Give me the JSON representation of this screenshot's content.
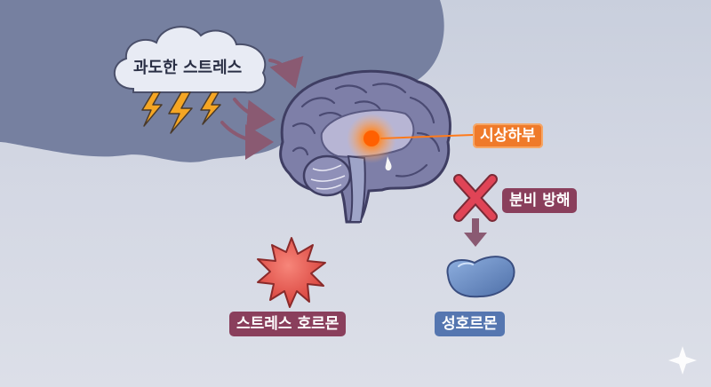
{
  "labels": {
    "stress_cloud": "과도한 스트레스",
    "hypothalamus": "시상하부",
    "secretion_block": "분비 방해",
    "stress_hormone": "스트레스 호르몬",
    "sex_hormone": "성호르몬"
  },
  "icons": {
    "cloud": "storm-cloud-icon",
    "lightning": "lightning-bolt-icon",
    "brain": "brain-icon",
    "block": "x-block-icon",
    "stress_hormone": "spiky-burst-icon",
    "sex_hormone": "bean-blob-icon"
  },
  "colors": {
    "dark_cloud": "#7680a0",
    "brain": "#7e7fa8",
    "hypothalamus": "#ff7a1a",
    "label_orange": "#ef7a2a",
    "label_maroon": "#8a3f5c",
    "label_blue": "#5576b0",
    "cross": "#e04456",
    "burst": "#e2544c",
    "blob": "#5d80b8",
    "lightning": "#f5a623"
  }
}
